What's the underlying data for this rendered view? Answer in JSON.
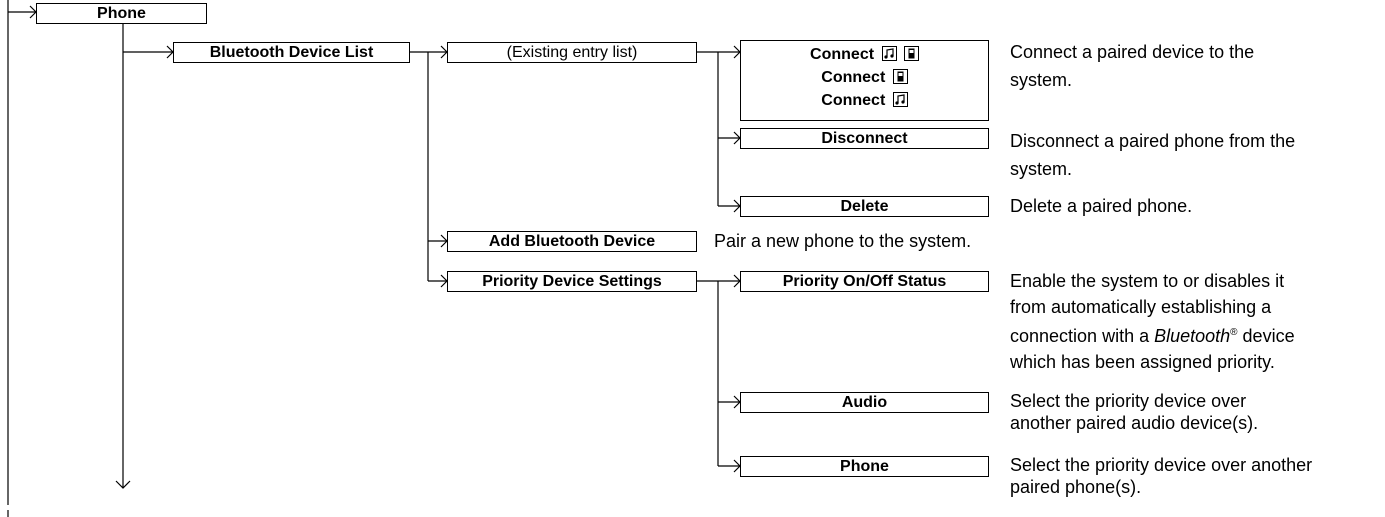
{
  "root": {
    "label": "Phone"
  },
  "bluetooth_device_list": {
    "label": "Bluetooth Device List"
  },
  "existing_entry_list": {
    "label": "(Existing entry list)"
  },
  "connect": {
    "labels": [
      "Connect",
      "Connect",
      "Connect"
    ],
    "icons": [
      "music-note-icon",
      "phone-icon"
    ],
    "desc_lines": [
      "Connect a paired device to the",
      "system."
    ]
  },
  "disconnect": {
    "label": "Disconnect",
    "desc_lines": [
      "Disconnect a paired phone from the",
      "system."
    ]
  },
  "delete": {
    "label": "Delete",
    "desc": "Delete a paired phone."
  },
  "add_bluetooth_device": {
    "label": "Add Bluetooth Device",
    "desc": "Pair a new phone to the system."
  },
  "priority_device_settings": {
    "label": "Priority Device Settings"
  },
  "priority_on_off": {
    "label": "Priority On/Off Status",
    "desc_lines": [
      "Enable the system to or disables it",
      "from automatically establishing a",
      "connection with a",
      "Bluetooth",
      "®",
      " device",
      "which has been assigned priority."
    ]
  },
  "audio": {
    "label": "Audio",
    "desc_lines": [
      "Select the priority device over",
      "another paired audio device(s)."
    ]
  },
  "phone_priority": {
    "label": "Phone",
    "desc_lines": [
      "Select the priority device over another",
      "paired phone(s)."
    ]
  }
}
